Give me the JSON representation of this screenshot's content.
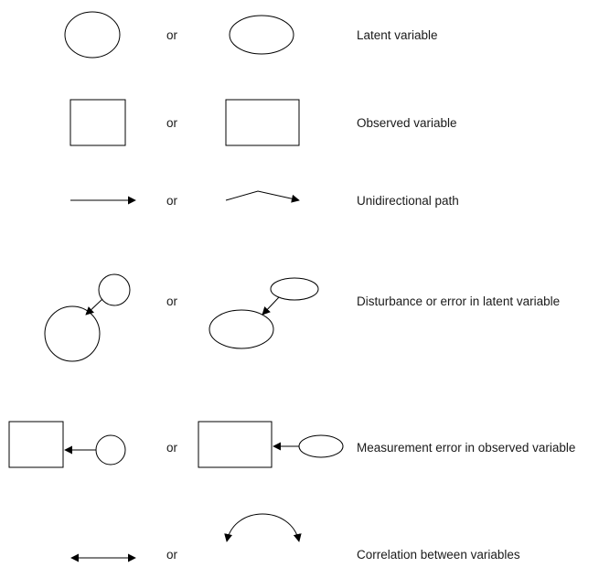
{
  "legend": {
    "connector": "or",
    "rows": [
      {
        "id": "latent",
        "label": "Latent variable"
      },
      {
        "id": "observed",
        "label": "Observed variable"
      },
      {
        "id": "path",
        "label": "Unidirectional path"
      },
      {
        "id": "disturbance",
        "label": "Disturbance or error in latent variable"
      },
      {
        "id": "measurement",
        "label": "Measurement error in observed variable"
      },
      {
        "id": "correlation",
        "label": "Correlation between variables"
      }
    ]
  },
  "colors": {
    "stroke": "#000000",
    "text": "#1a1a1a",
    "background": "#ffffff"
  }
}
